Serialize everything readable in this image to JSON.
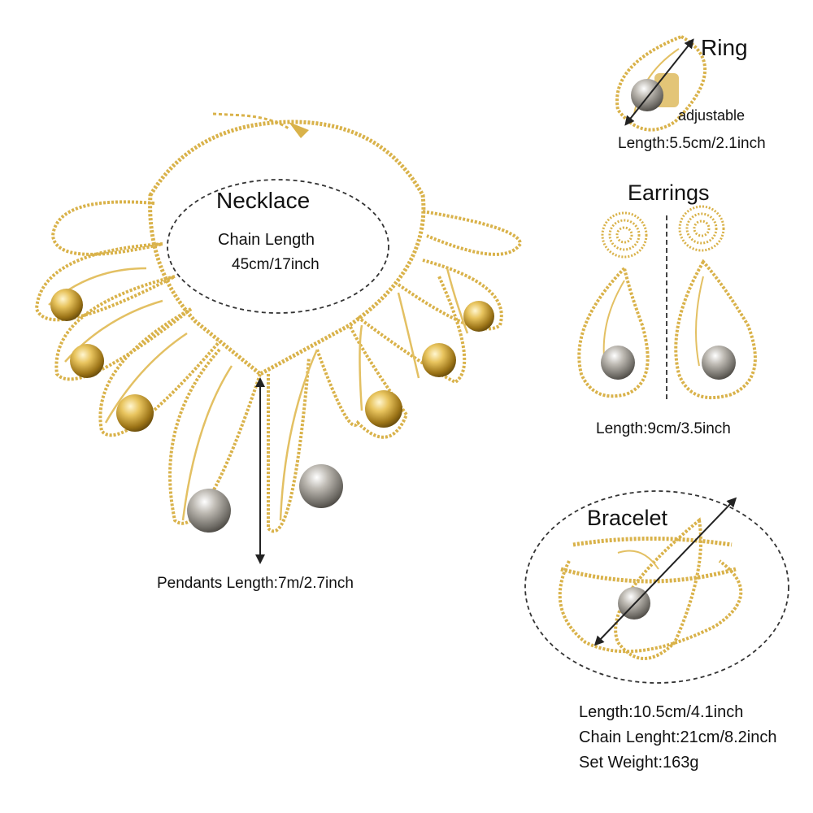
{
  "colors": {
    "gold": "#d9b24a",
    "gold_light": "#f2d77e",
    "gold_dark": "#a87f1e",
    "silver": "#9e9a93",
    "dashed_outline": "#333333",
    "arrow": "#222222"
  },
  "necklace": {
    "title": "Necklace",
    "chain_length_label": "Chain Length",
    "chain_length_value": "45cm/17inch",
    "pendants_length": "Pendants Length:7m/2.7inch"
  },
  "ring": {
    "title": "Ring",
    "adjustable": "adjustable",
    "length": "Length:5.5cm/2.1inch"
  },
  "earrings": {
    "title": "Earrings",
    "length": "Length:9cm/3.5inch"
  },
  "bracelet": {
    "title": "Bracelet",
    "length": "Length:10.5cm/4.1inch",
    "chain_length": "Chain Lenght:21cm/8.2inch",
    "set_weight": "Set Weight:163g"
  }
}
